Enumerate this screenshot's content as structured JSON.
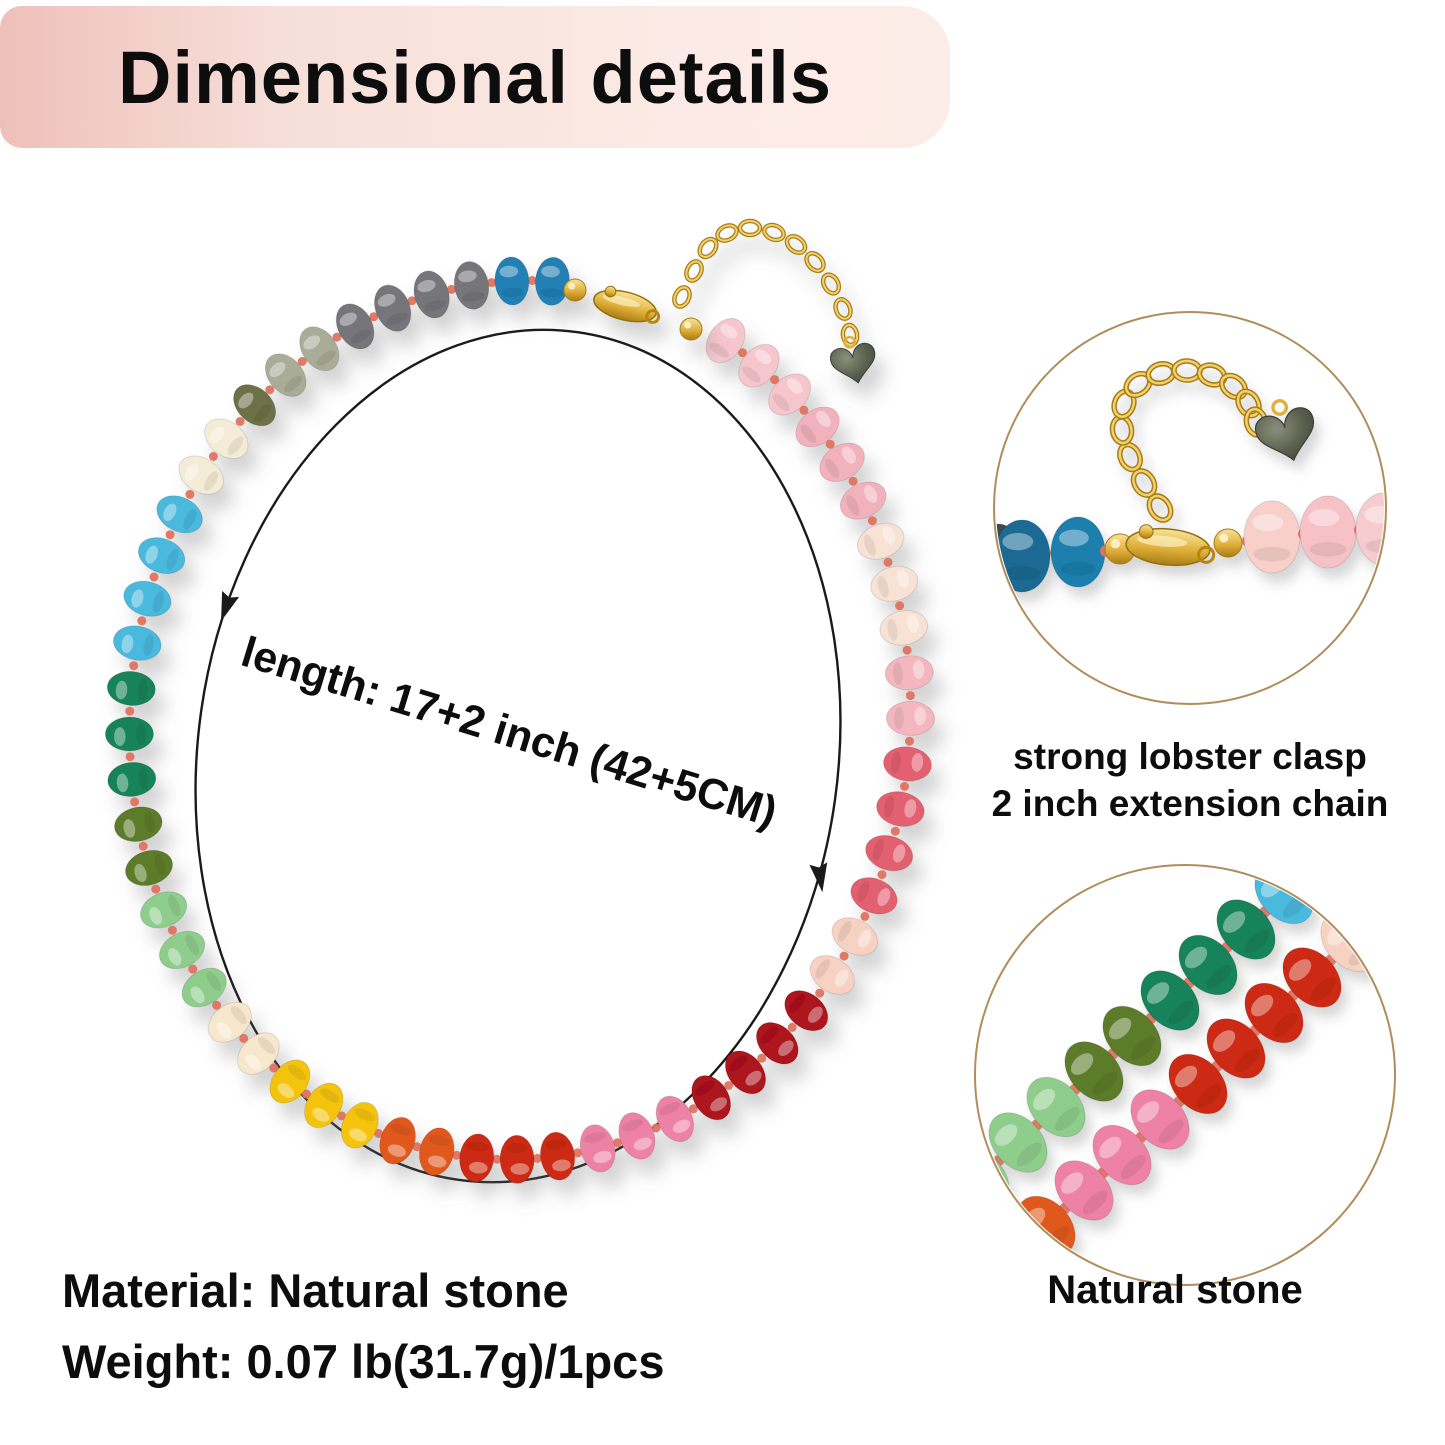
{
  "title": "Dimensional details",
  "annotation": {
    "length_label": "length: 17+2 inch (42+5CM)"
  },
  "specs": {
    "material": "Material: Natural stone",
    "weight": "Weight: 0.07 lb(31.7g)/1pcs"
  },
  "palette": {
    "banner_pink_left": "#efc0ba",
    "banner_pink_right": "#fcece7",
    "thread": "#e0735f",
    "gold_light": "#f8e39a",
    "gold_mid": "#e0b03a",
    "gold_dark": "#a87d15",
    "heart_charm": "#5a5f4e",
    "circle_border": "#b08d5a",
    "annotation_line": "#1a1a1a"
  },
  "necklace": {
    "charm": "heart",
    "clasp": "lobster",
    "bead_runs": [
      {
        "name": "rose-pink",
        "color": "#f6c6cd",
        "count": 3
      },
      {
        "name": "light-pink",
        "color": "#f2b2bd",
        "count": 3
      },
      {
        "name": "blush-cream",
        "color": "#f8e2d5",
        "count": 3
      },
      {
        "name": "pink",
        "color": "#f4b7bf",
        "count": 2
      },
      {
        "name": "watermelon-pink",
        "color": "#e2606f",
        "count": 4
      },
      {
        "name": "pale-peach",
        "color": "#f7d2c2",
        "count": 2
      },
      {
        "name": "dark-red",
        "color": "#ac121d",
        "count": 4
      },
      {
        "name": "mottled-pink",
        "color": "#ee82a6",
        "count": 3
      },
      {
        "name": "red",
        "color": "#cd2a12",
        "count": 3
      },
      {
        "name": "orange",
        "color": "#e0591d",
        "count": 2
      },
      {
        "name": "yellow",
        "color": "#f4c410",
        "count": 3
      },
      {
        "name": "cream",
        "color": "#f7e8cd",
        "count": 2
      },
      {
        "name": "light-green",
        "color": "#8ecd8c",
        "count": 3
      },
      {
        "name": "olive-speckled",
        "color": "#5d7c2b",
        "count": 2
      },
      {
        "name": "emerald",
        "color": "#15835a",
        "count": 3
      },
      {
        "name": "turquoise",
        "color": "#4ab9de",
        "count": 4
      },
      {
        "name": "ivory",
        "color": "#f4ecd6",
        "count": 2
      },
      {
        "name": "dark-olive",
        "color": "#6d7147",
        "count": 1
      },
      {
        "name": "labradorite",
        "color": "#a9ac97",
        "count": 2
      },
      {
        "name": "gray",
        "color": "#75757a",
        "count": 4
      },
      {
        "name": "blue-apatite",
        "color": "#2280b4",
        "count": 2
      }
    ]
  },
  "insets": [
    {
      "caption_line1": "strong lobster clasp",
      "caption_line2": "2 inch extension chain",
      "left_beads": [
        "#3a4a54",
        "#1a6a94",
        "#1a7fae"
      ],
      "right_beads": [
        "#f8cfc9",
        "#f6c2c8",
        "#f7ccd0",
        "#f4bcc4"
      ]
    },
    {
      "caption": "Natural stone",
      "strand_a": [
        "#8ecd8c",
        "#8ecd8c",
        "#8ecd8c",
        "#5d7c2b",
        "#5d7c2b",
        "#15835a",
        "#15835a",
        "#15835a",
        "#4ab9de",
        "#4ab9de"
      ],
      "strand_b": [
        "#e0591d",
        "#ee82a6",
        "#ee82a6",
        "#ee82a6",
        "#cd2a12",
        "#cd2a12",
        "#cd2a12",
        "#cd2a12",
        "#f7d2c2",
        "#f7d2c2"
      ]
    }
  ]
}
